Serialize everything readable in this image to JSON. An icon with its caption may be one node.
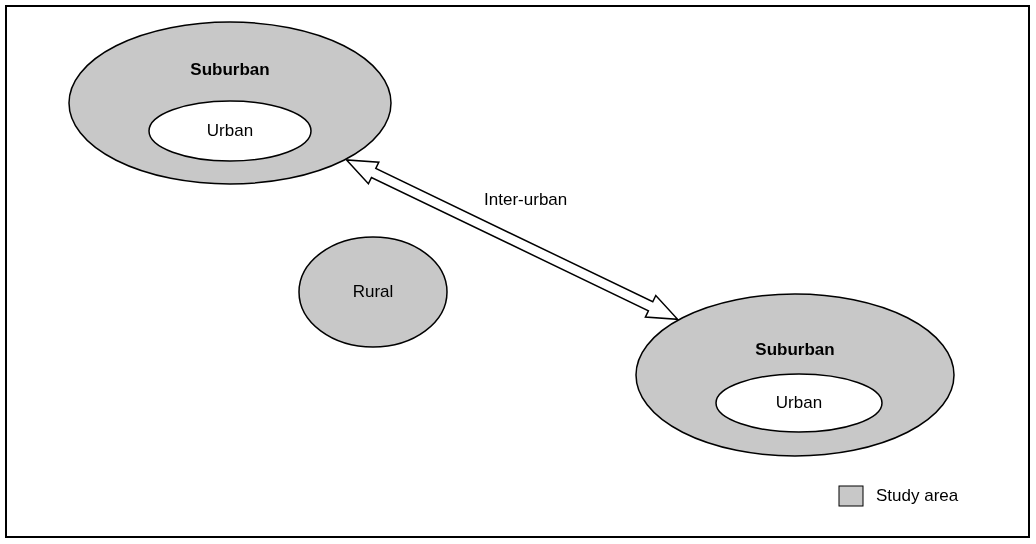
{
  "diagram": {
    "nodes": [
      {
        "text": [
          "Suburban"
        ]
      },
      {
        "text": [
          "Urban"
        ],
        "in": 0
      },
      {
        "text": [
          "Rural"
        ]
      },
      {
        "text": [
          "Suburban"
        ]
      },
      {
        "text": [
          "Urban"
        ],
        "in": 3
      }
    ],
    "edges": [
      {
        "from": 0,
        "to": 3,
        "arrow": "both",
        "label": "Inter-urban"
      }
    ],
    "legend": [
      {
        "text": "Study area",
        "color": "#c8c8c8"
      }
    ]
  }
}
